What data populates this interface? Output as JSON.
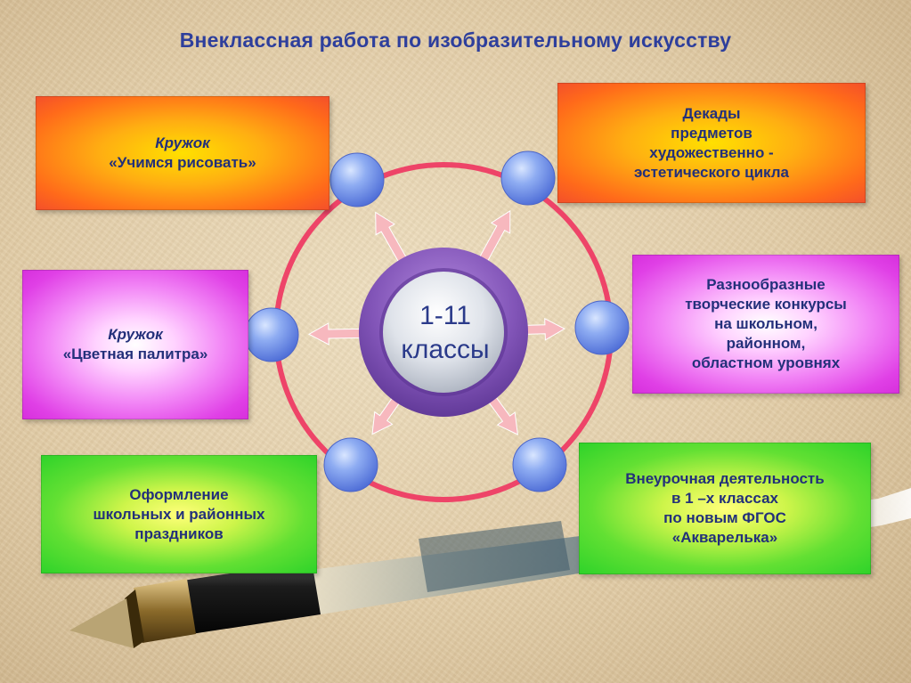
{
  "title": "Внеклассная работа по изобразительному искусству",
  "center": {
    "line1": "1-11",
    "line2": "классы"
  },
  "boxes": {
    "top_left": {
      "line1": "Кружок",
      "line2": "«Учимся рисовать»"
    },
    "top_right": {
      "line1": "Декады",
      "line2": "предметов",
      "line3": "художественно -",
      "line4": "эстетического цикла"
    },
    "middle_left": {
      "line1": "Кружок",
      "line2": "«Цветная палитра»"
    },
    "middle_right": {
      "line1": "Разнообразные",
      "line2": "творческие конкурсы",
      "line3": "на школьном,",
      "line4": "районном,",
      "line5": "областном уровнях"
    },
    "bottom_left": {
      "line1": "Оформление",
      "line2": "школьных и районных",
      "line3": "праздников"
    },
    "bottom_right": {
      "line1": "Внеурочная деятельность",
      "line2": "в 1 –х классах",
      "line3": "по новым ФГОС",
      "line4": "«Акварелька»"
    }
  },
  "colors": {
    "title": "#2e3f9c",
    "ring": "#ee4468",
    "hub_border": "#7d54b4",
    "node": "#6f8fe6",
    "arrow": "#f7b8be"
  }
}
